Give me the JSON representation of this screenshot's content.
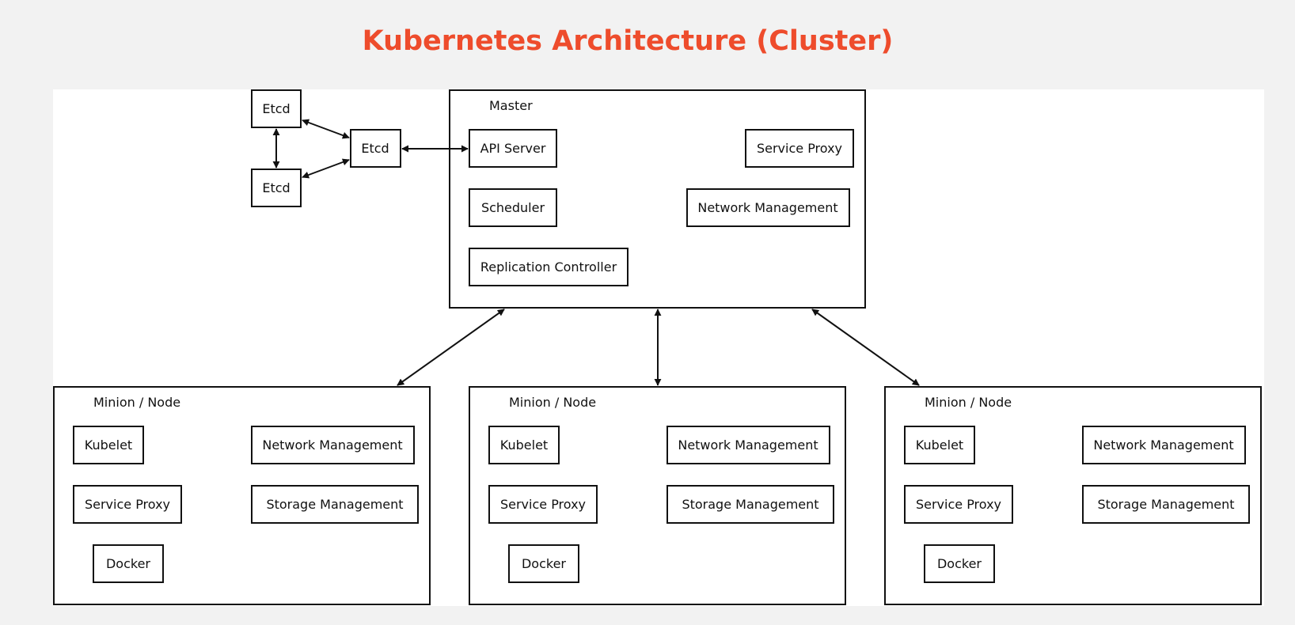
{
  "title": "Kubernetes Architecture (Cluster)",
  "colors": {
    "title": "#ee4c2c",
    "stroke": "#111111",
    "canvas": "#ffffff",
    "page": "#f2f2f2"
  },
  "etcd": {
    "label": "Etcd"
  },
  "master": {
    "label": "Master",
    "components": {
      "api_server": "API Server",
      "scheduler": "Scheduler",
      "replication_controller": "Replication Controller",
      "service_proxy": "Service Proxy",
      "network_management": "Network Management"
    }
  },
  "node": {
    "label": "Minion / Node",
    "components": {
      "kubelet": "Kubelet",
      "service_proxy": "Service Proxy",
      "docker": "Docker",
      "network_management": "Network Management",
      "storage_management": "Storage Management"
    }
  }
}
